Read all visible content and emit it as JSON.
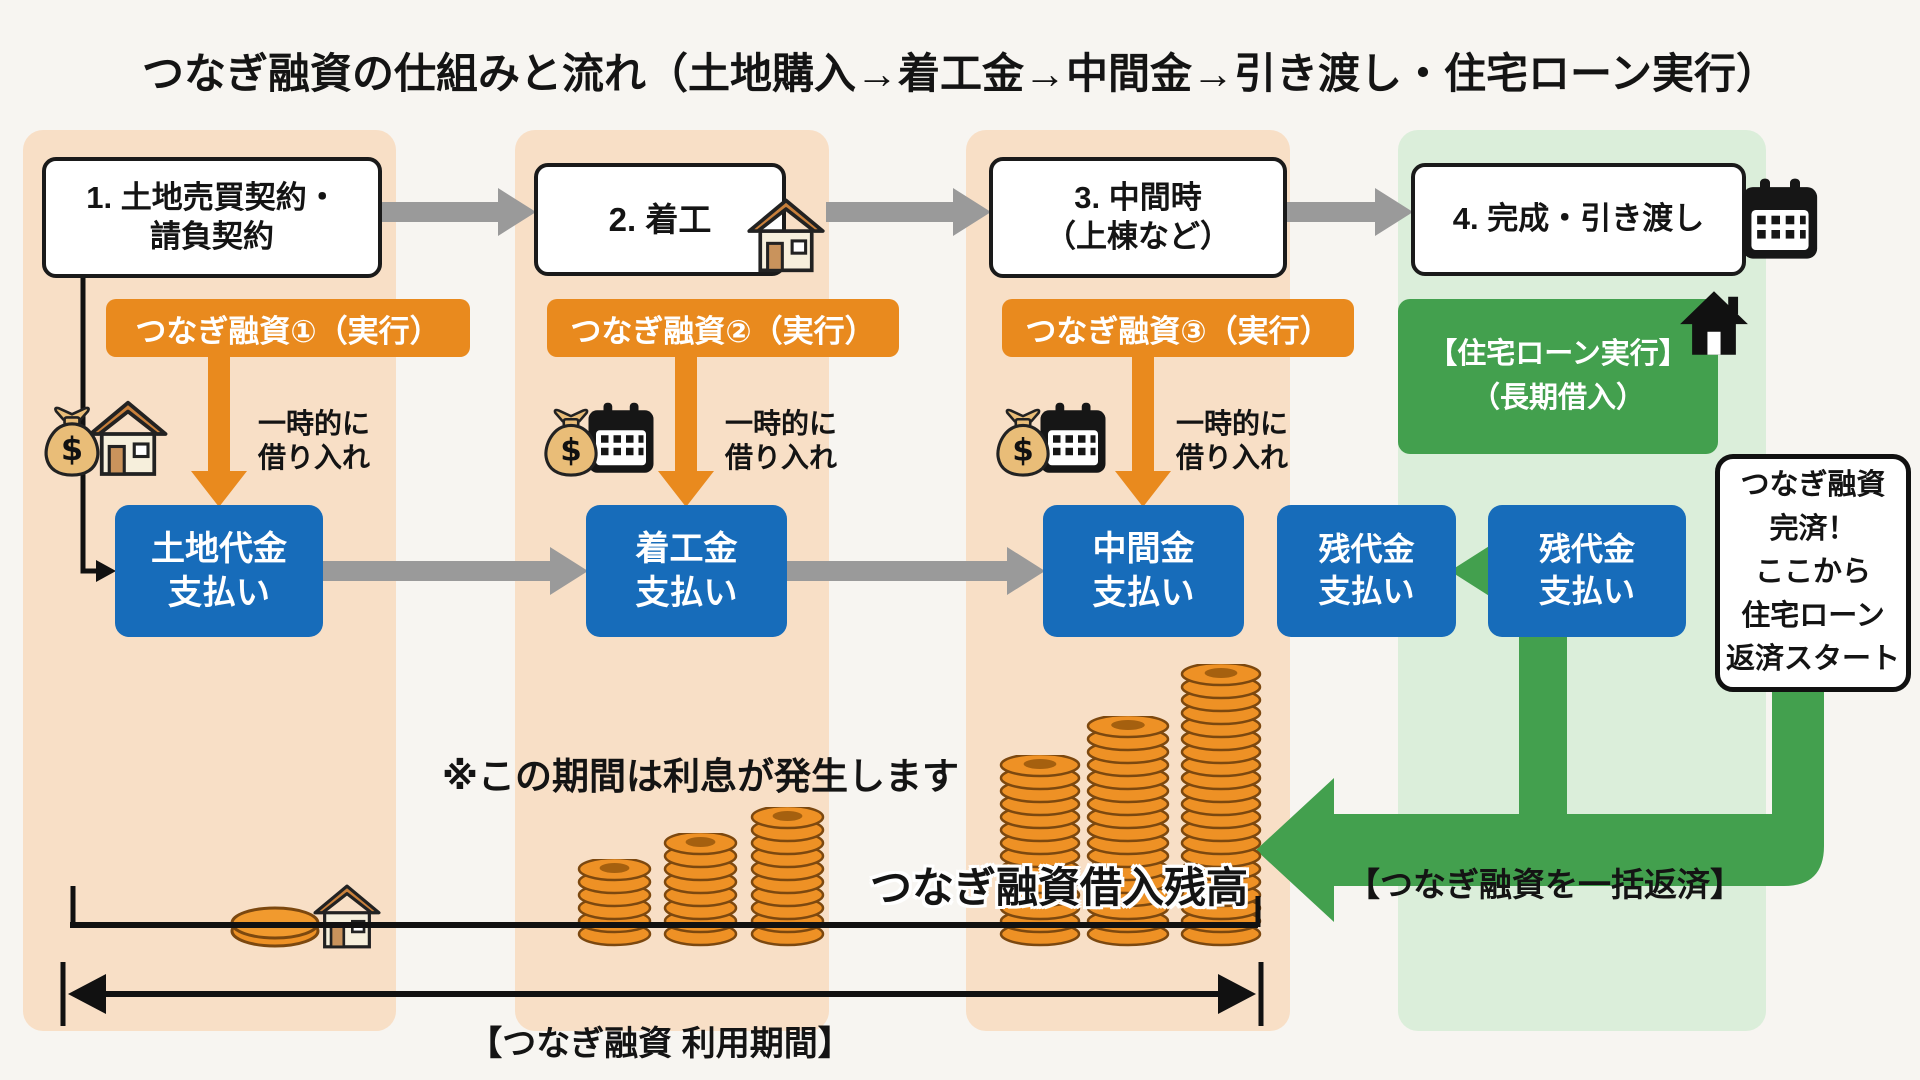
{
  "title": "つなぎ融資の仕組みと流れ（土地購入→着工金→中間金→引き渡し・住宅ローン実行）",
  "steps": [
    {
      "label": "1. 土地売買契約・\n請負契約"
    },
    {
      "label": "2. 着工"
    },
    {
      "label": "3. 中間時\n（上棟など）"
    },
    {
      "label": "4. 完成・引き渡し"
    }
  ],
  "bridge_loans": [
    {
      "label": "つなぎ融資①（実行）",
      "note": "一時的に\n借り入れ",
      "payment": "土地代金\n支払い"
    },
    {
      "label": "つなぎ融資②（実行）",
      "note": "一時的に\n借り入れ",
      "payment": "着工金\n支払い"
    },
    {
      "label": "つなぎ融資③（実行）",
      "note": "一時的に\n借り入れ",
      "payment": "中間金\n支払い"
    }
  ],
  "final_payments": [
    {
      "label": "残代金\n支払い"
    },
    {
      "label": "残代金\n支払い"
    }
  ],
  "housing_loan": {
    "label": "【住宅ローン実行】\n（長期借入）"
  },
  "callout": {
    "text": "つなぎ融資\n完済！\nここから\n住宅ローン\n返済スタート"
  },
  "notes": {
    "interest": "※この期間は利息が発生します",
    "balance": "つなぎ融資借入残高",
    "lump_sum": "【つなぎ融資を一括返済】",
    "period": "【つなぎ融資 利用期間】"
  },
  "icons": {
    "money_bag": "money-bag-icon",
    "house": "house-icon",
    "calendar": "calendar-icon",
    "black_home": "home-icon"
  },
  "colors": {
    "peach_panel": "#f8dfc6",
    "light_green_panel": "#dbeeda",
    "green": "#43a04e",
    "orange": "#e98a1e",
    "blue": "#176cba",
    "gray_arrow": "#9a9a9a",
    "coin": "#ee9125"
  }
}
